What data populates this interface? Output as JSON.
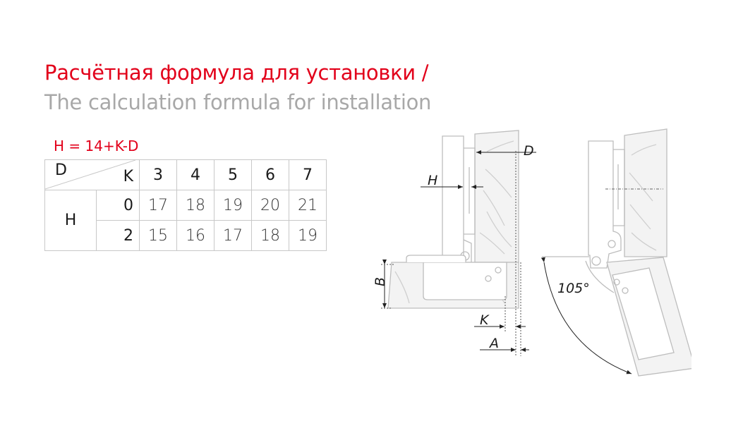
{
  "title": {
    "ru": "Расчётная формула для установки /",
    "en": "The calculation formula for installation"
  },
  "formula": "H = 14+K-D",
  "colors": {
    "accent": "#e2001a",
    "subtitle": "#a8a8a8",
    "lines": "#bdbdbd"
  },
  "table": {
    "corner_top": "D",
    "corner_bottom": "K",
    "row_header": "H",
    "columns": [
      "3",
      "4",
      "5",
      "6",
      "7"
    ],
    "rows": [
      {
        "k": "0",
        "values": [
          "17",
          "18",
          "19",
          "20",
          "21"
        ]
      },
      {
        "k": "2",
        "values": [
          "15",
          "16",
          "17",
          "18",
          "19"
        ]
      }
    ]
  },
  "diagram": {
    "labels": {
      "D": "D",
      "H": "H",
      "B": "B",
      "K": "K",
      "A": "A",
      "angle": "105°"
    }
  }
}
